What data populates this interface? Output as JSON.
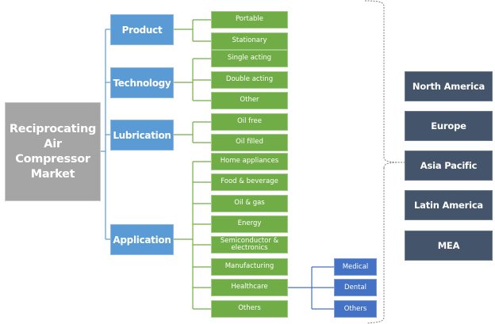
{
  "root": {
    "label": "Reciprocating\nAir Compressor\nMarket"
  },
  "categories": [
    {
      "label": "Product",
      "items": [
        "Portable",
        "Stationary"
      ]
    },
    {
      "label": "Technology",
      "items": [
        "Single acting",
        "Double acting",
        "Other"
      ]
    },
    {
      "label": "Lubrication",
      "items": [
        "Oil free",
        "Oil filled"
      ]
    },
    {
      "label": "Application",
      "items": [
        "Home appliances",
        "Food & beverage",
        "Oil & gas",
        "Energy",
        "Semiconductor & electronics",
        "Manufacturing",
        "Healthcare",
        "Others"
      ]
    }
  ],
  "healthcare_sub": [
    "Medical",
    "Dental",
    "Others"
  ],
  "regions": [
    "North America",
    "Europe",
    "Asia Pacific",
    "Latin America",
    "MEA"
  ],
  "colors": {
    "root": "#a5a5a5",
    "category": "#5b9bd5",
    "leaf": "#70ad47",
    "sub": "#4472c4",
    "region": "#44546a",
    "connector_blue": "#5b9bd5",
    "connector_green": "#70ad47",
    "brace": "#7f7f7f"
  }
}
